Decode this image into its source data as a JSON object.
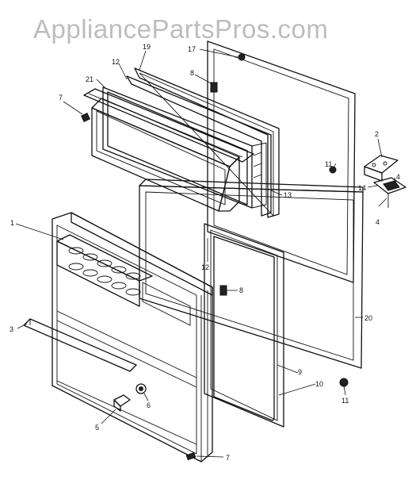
{
  "watermark": "AppliancePartsPros.com",
  "callouts": {
    "c1": "1",
    "c2": "2",
    "c3": "3",
    "c4a": "4",
    "c4b": "4",
    "c5": "5",
    "c6": "6",
    "c7a": "7",
    "c7b": "7",
    "c8a": "8",
    "c8b": "8",
    "c9": "9",
    "c10": "10",
    "c11a": "11",
    "c11b": "11",
    "c12a": "12",
    "c12b": "12",
    "c13": "13",
    "c14": "14",
    "c17": "17",
    "c19": "19",
    "c20": "20",
    "c21": "21"
  }
}
